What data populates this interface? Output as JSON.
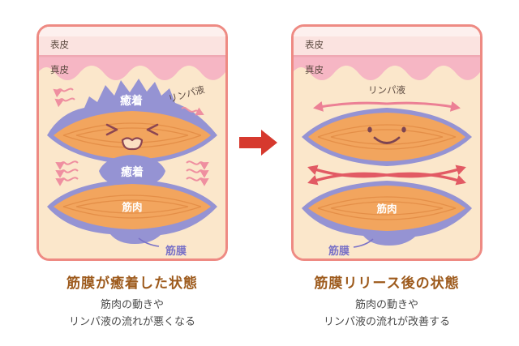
{
  "before": {
    "title": "筋膜が癒着した状態",
    "desc1": "筋肉の動きや",
    "desc2": "リンパ液の流れが悪くなる",
    "labels": {
      "epidermis": "表皮",
      "dermis": "真皮",
      "adhesion_top": "癒着",
      "adhesion_mid": "癒着",
      "lymph": "リンパ液",
      "muscle": "筋肉",
      "fascia": "筋膜"
    }
  },
  "after": {
    "title": "筋膜リリース後の状態",
    "desc1": "筋肉の動きや",
    "desc2": "リンパ液の流れが改善する",
    "labels": {
      "epidermis": "表皮",
      "dermis": "真皮",
      "lymph": "リンパ液",
      "muscle": "筋肉",
      "fascia": "筋膜"
    }
  },
  "icons": {
    "transition_arrow": "right-block-arrow"
  },
  "colors": {
    "panel_border": "#ee8a83",
    "epidermis": "#fbe3e0",
    "dermis": "#f6b6c4",
    "hypodermis": "#fbe7cb",
    "muscle": "#f2a55e",
    "muscle_fiber": "#e28b44",
    "fascia": "#9593d3",
    "fascia_text": "#7a72c7",
    "lymph_arrow": "#ec8095",
    "flow_arrow": "#e25a64",
    "transition_arrow": "#d6392e",
    "title_text": "#9d5a1c",
    "body_text": "#4a4a4a"
  }
}
